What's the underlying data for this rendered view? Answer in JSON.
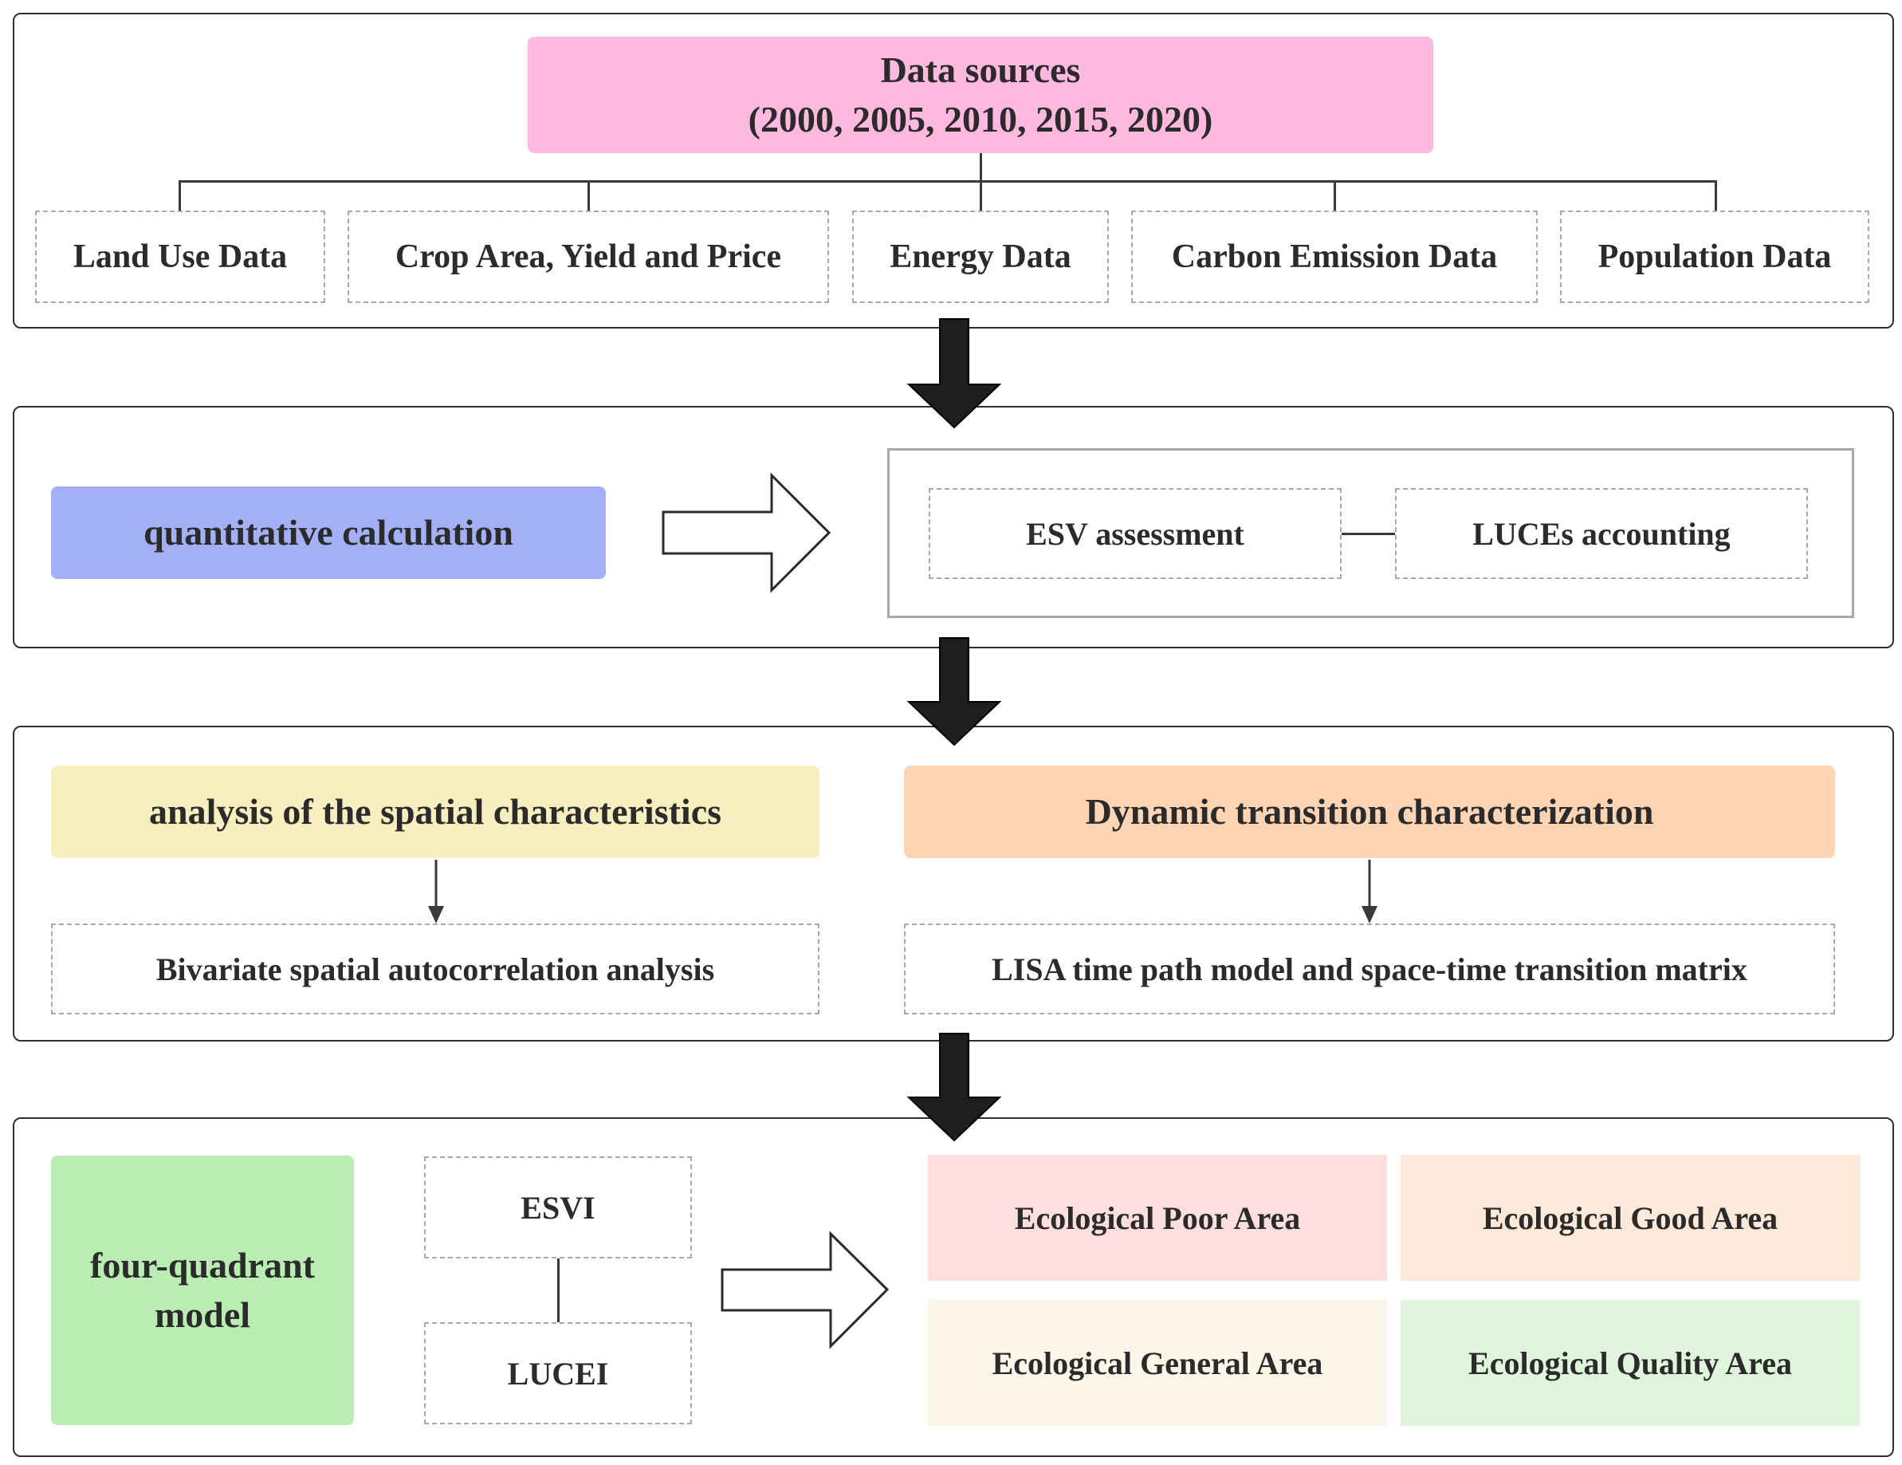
{
  "data_sources": {
    "title": "Data sources",
    "years": "(2000, 2005, 2010, 2015, 2020)",
    "items": [
      "Land Use Data",
      "Crop Area, Yield and Price",
      "Energy Data",
      "Carbon Emission Data",
      "Population Data"
    ]
  },
  "calculation": {
    "label": "quantitative calculation",
    "esv": "ESV assessment",
    "luces": "LUCEs accounting"
  },
  "analysis": {
    "spatial_title": "analysis of the spatial characteristics",
    "spatial_method": "Bivariate spatial autocorrelation analysis",
    "dynamic_title": "Dynamic transition characterization",
    "dynamic_method": "LISA time path model and space-time transition matrix"
  },
  "model": {
    "label": "four-quadrant model",
    "esvi": "ESVI",
    "lucei": "LUCEI",
    "areas": [
      "Ecological Poor Area",
      "Ecological Good Area",
      "Ecological General Area",
      "Ecological Quality Area"
    ]
  },
  "colors": {
    "pink": "#FFB9DF",
    "blue": "#A4B0F6",
    "yellow": "#F9EEC0",
    "orange": "#FDD5B5",
    "green": "#B9EDB1",
    "poor": "#FFDEDE",
    "good": "#FDE9DA",
    "general": "#FBF6E8",
    "quality": "#DFF6DC"
  }
}
